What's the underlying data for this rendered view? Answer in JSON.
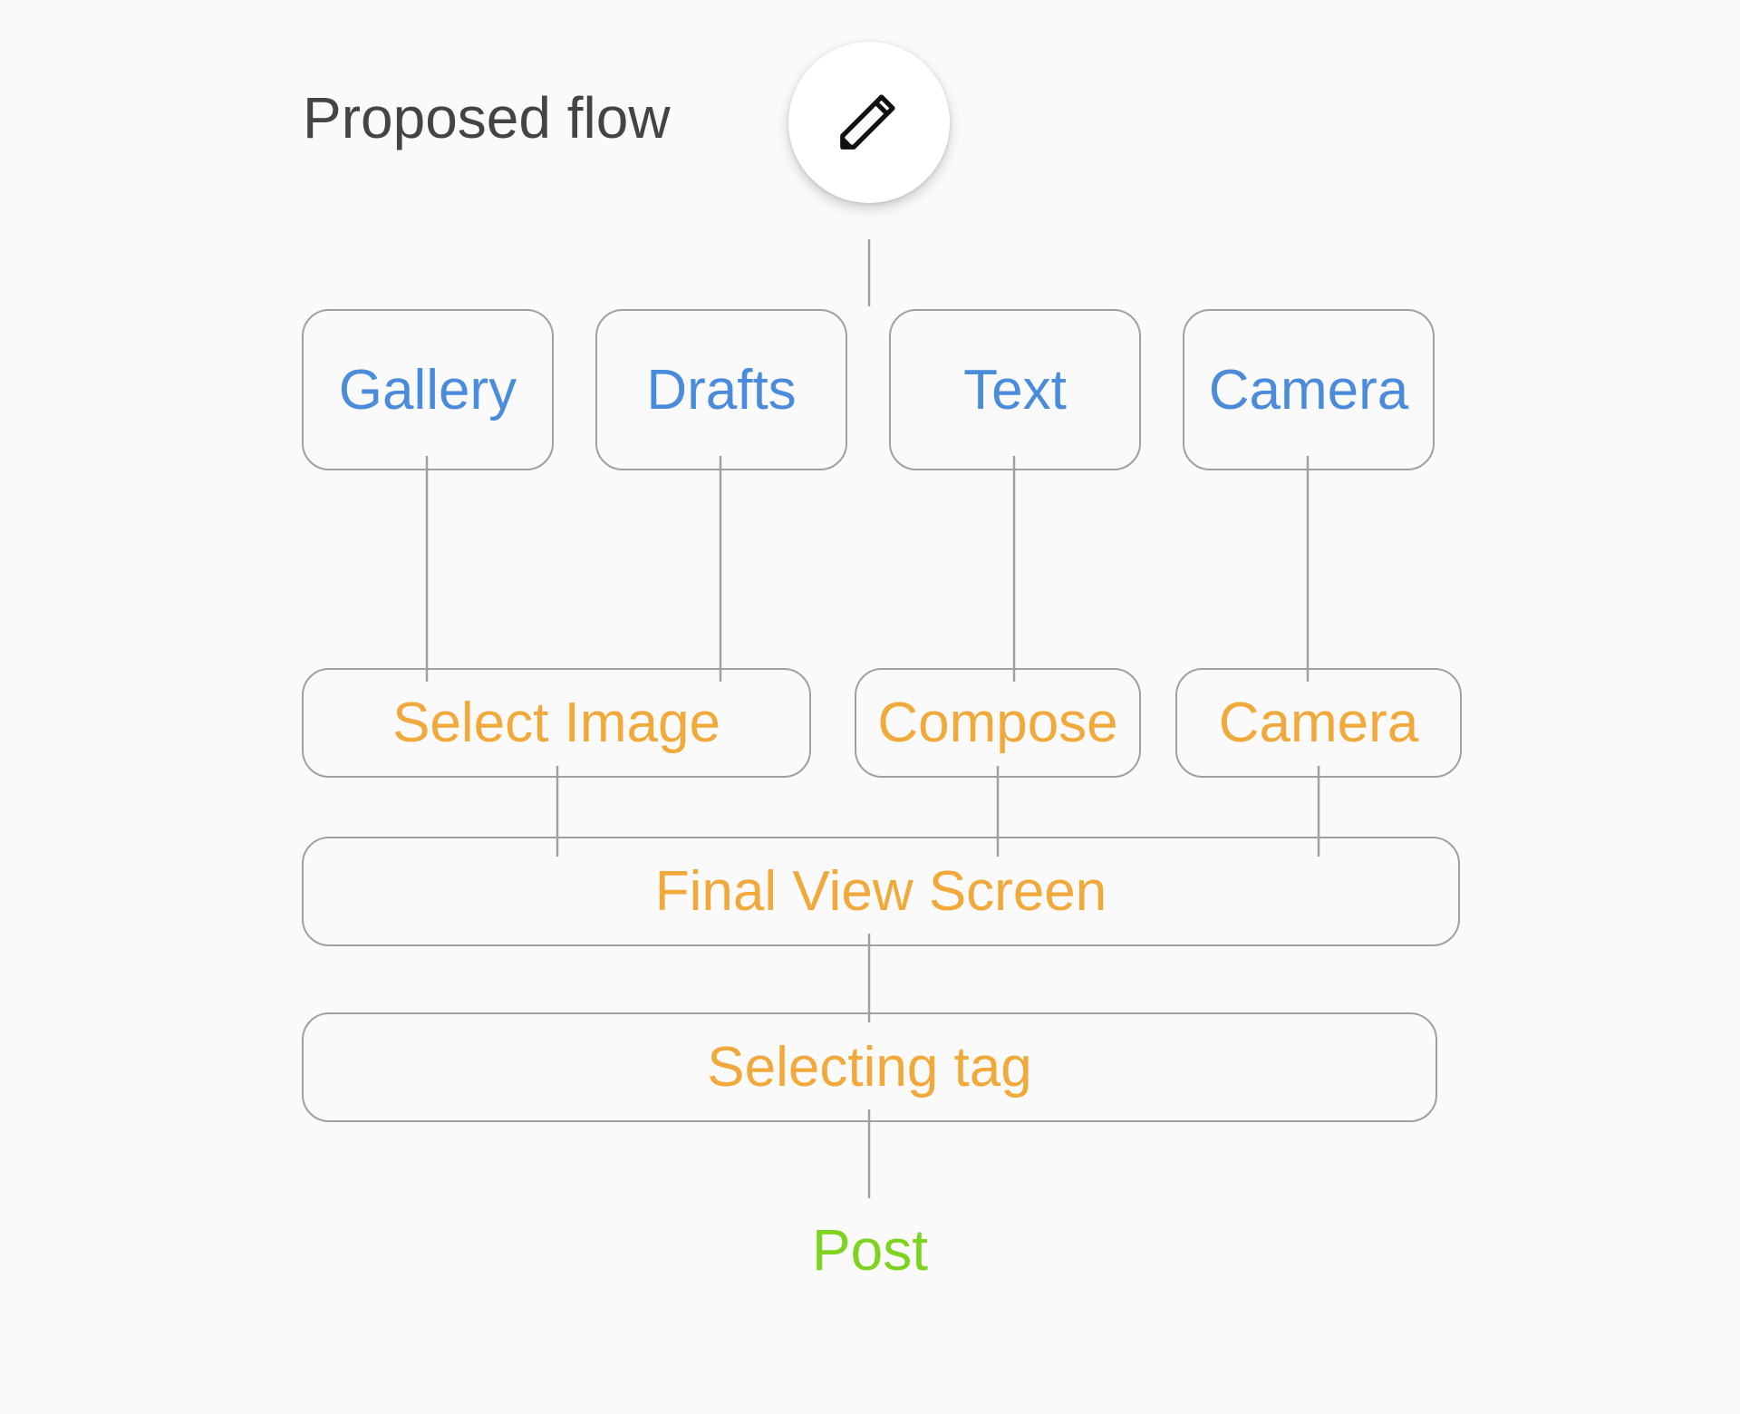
{
  "title": "Proposed flow",
  "fab": {
    "icon": "pencil-icon"
  },
  "sources": [
    {
      "id": "gallery",
      "label": "Gallery"
    },
    {
      "id": "drafts",
      "label": "Drafts"
    },
    {
      "id": "text",
      "label": "Text"
    },
    {
      "id": "camera",
      "label": "Camera"
    }
  ],
  "steps": [
    {
      "id": "select-image",
      "label": "Select Image"
    },
    {
      "id": "compose",
      "label": "Compose"
    },
    {
      "id": "camera",
      "label": "Camera"
    }
  ],
  "final_view": {
    "label": "Final View Screen"
  },
  "selecting_tag": {
    "label": "Selecting tag"
  },
  "post": {
    "label": "Post"
  },
  "colors": {
    "source": "#4a8bdb",
    "step": "#f0a93a",
    "post": "#7ed321",
    "border": "#a0a0a0",
    "title": "#444444"
  }
}
